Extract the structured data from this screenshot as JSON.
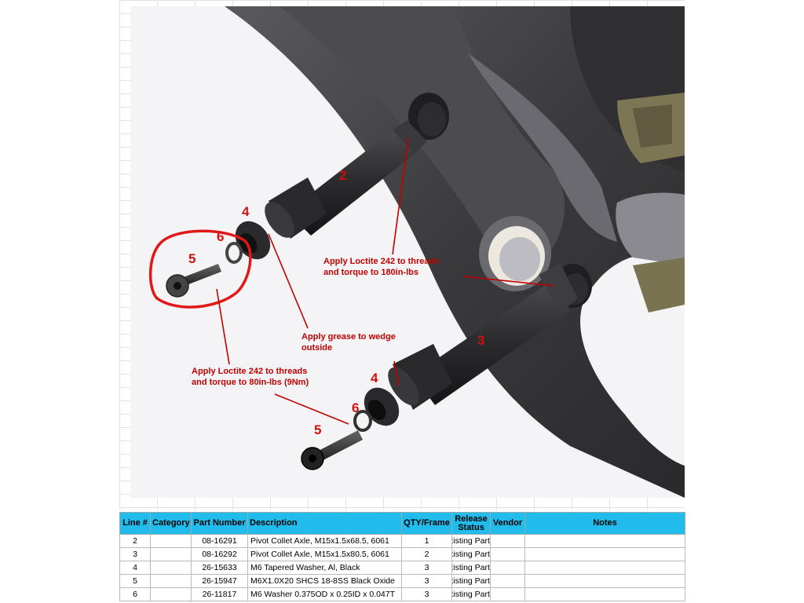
{
  "callouts": {
    "loctite_axle": [
      "Apply Loctite 242 to threads",
      "and torque to 180in-lbs"
    ],
    "grease": [
      "Apply grease to wedge",
      "outside"
    ],
    "loctite_bolt": [
      "Apply Loctite 242 to threads",
      "and torque to 80in-lbs (9Nm)"
    ]
  },
  "part_numbers": {
    "axle_upper": "2",
    "axle_lower": "3",
    "washer_upper": "4",
    "washer_lower": "4",
    "bolt_upper": "5",
    "bolt_lower": "5",
    "ring_upper": "6",
    "ring_lower": "6"
  },
  "table": {
    "headers": [
      "Line #",
      "Category",
      "Part Number",
      "Description",
      "QTY/Frame",
      "Release Status",
      "Vendor",
      "Notes"
    ],
    "rows": [
      {
        "line": "2",
        "category": "",
        "part_number": "08-16291",
        "description": "Pivot Collet Axle, M15x1.5x68.5, 6061",
        "qty": "1",
        "status": "xisting Part",
        "vendor": "",
        "notes": ""
      },
      {
        "line": "3",
        "category": "",
        "part_number": "08-16292",
        "description": "Pivot Collet Axle, M15x1.5x80.5, 6061",
        "qty": "2",
        "status": "xisting Part",
        "vendor": "",
        "notes": ""
      },
      {
        "line": "4",
        "category": "",
        "part_number": "26-15633",
        "description": "M6 Tapered Washer, Al, Black",
        "qty": "3",
        "status": "xisting Part",
        "vendor": "",
        "notes": ""
      },
      {
        "line": "5",
        "category": "",
        "part_number": "26-15947",
        "description": "M6X1.0X20 SHCS 18-8SS Black Oxide",
        "qty": "3",
        "status": "xisting Part",
        "vendor": "",
        "notes": ""
      },
      {
        "line": "6",
        "category": "",
        "part_number": "26-11817",
        "description": "M6 Washer 0.375OD x 0.25ID x 0.047T",
        "qty": "3",
        "status": "xisting Part",
        "vendor": "",
        "notes": ""
      }
    ]
  },
  "colors": {
    "annotation": "#c00000",
    "header_bg": "#21bcec"
  }
}
